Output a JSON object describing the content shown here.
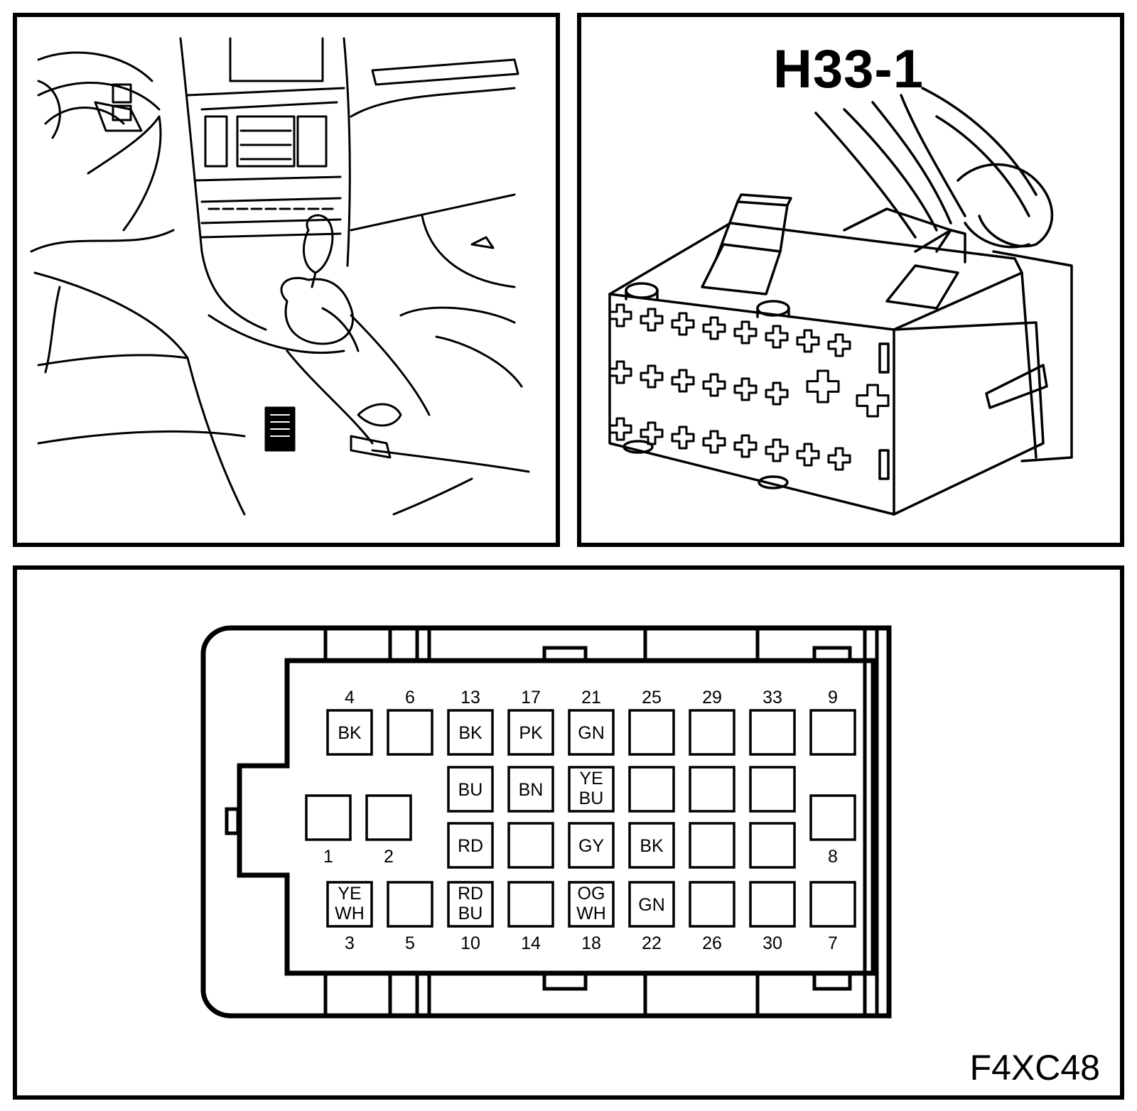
{
  "connector": {
    "label": "H33-1"
  },
  "figure": {
    "id": "F4XC48"
  },
  "illustrations": {
    "location_view": "car-interior-center-console-icon",
    "connector_view": "connector-h33-1-icon"
  },
  "pins": [
    {
      "number": "4",
      "color": [
        "BK"
      ]
    },
    {
      "number": "6",
      "color": []
    },
    {
      "number": "13",
      "color": [
        "BK"
      ]
    },
    {
      "number": "17",
      "color": [
        "PK"
      ]
    },
    {
      "number": "21",
      "color": [
        "GN"
      ]
    },
    {
      "number": "25",
      "color": []
    },
    {
      "number": "29",
      "color": []
    },
    {
      "number": "33",
      "color": []
    },
    {
      "number": "9",
      "color": []
    },
    {
      "number": "",
      "color": [
        "BU"
      ]
    },
    {
      "number": "",
      "color": [
        "BN"
      ]
    },
    {
      "number": "",
      "color": [
        "YE",
        "BU"
      ]
    },
    {
      "number": "",
      "color": []
    },
    {
      "number": "",
      "color": []
    },
    {
      "number": "",
      "color": []
    },
    {
      "number": "1",
      "color": []
    },
    {
      "number": "2",
      "color": []
    },
    {
      "number": "8",
      "color": []
    },
    {
      "number": "",
      "color": [
        "RD"
      ]
    },
    {
      "number": "",
      "color": []
    },
    {
      "number": "",
      "color": [
        "GY"
      ]
    },
    {
      "number": "",
      "color": [
        "BK"
      ]
    },
    {
      "number": "",
      "color": []
    },
    {
      "number": "",
      "color": []
    },
    {
      "number": "3",
      "color": [
        "YE",
        "WH"
      ]
    },
    {
      "number": "5",
      "color": []
    },
    {
      "number": "10",
      "color": [
        "RD",
        "BU"
      ]
    },
    {
      "number": "14",
      "color": []
    },
    {
      "number": "18",
      "color": [
        "OG",
        "WH"
      ]
    },
    {
      "number": "22",
      "color": [
        "GN"
      ]
    },
    {
      "number": "26",
      "color": []
    },
    {
      "number": "30",
      "color": []
    },
    {
      "number": "7",
      "color": []
    }
  ]
}
